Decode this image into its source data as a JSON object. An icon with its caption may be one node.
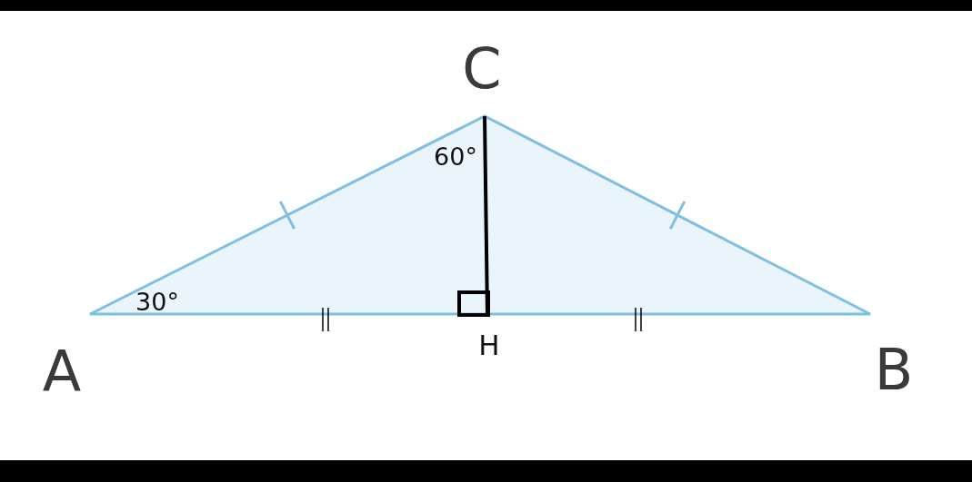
{
  "diagram": {
    "labels": [
      "C",
      "60°",
      "30°",
      "H",
      "A",
      "B"
    ]
  }
}
